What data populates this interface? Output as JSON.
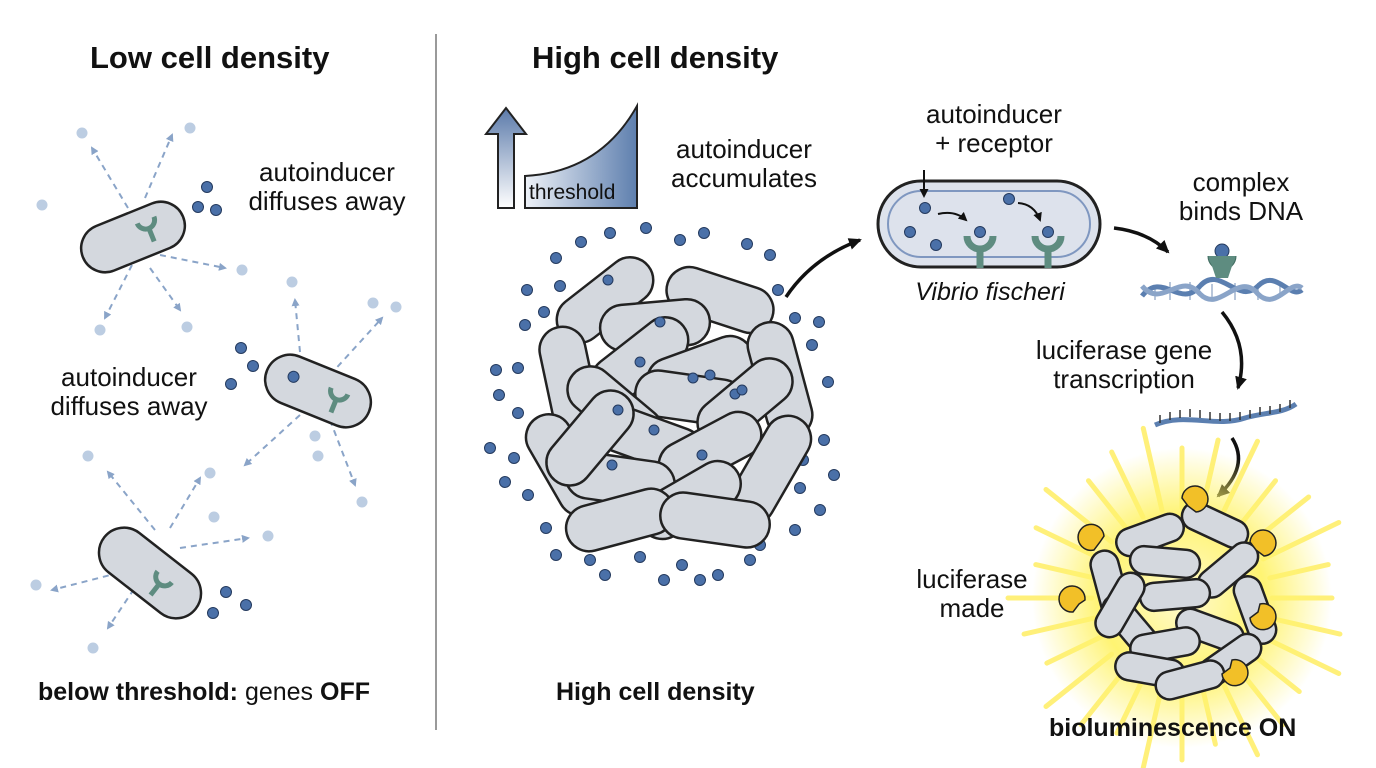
{
  "left_panel": {
    "title": "Low cell density",
    "note_top": [
      "autoinducer",
      "diffuses away"
    ],
    "note_mid": [
      "autoinducer",
      "diffuses away"
    ],
    "caption_bold": "below threshold:",
    "caption_mid": " genes ",
    "caption_end": "OFF"
  },
  "right_panel": {
    "title": "High cell density",
    "threshold_label": "threshold",
    "accumulate_note": [
      "autoinducer",
      "accumulates"
    ],
    "caption": "High cell density"
  },
  "detail": {
    "receptor_note": [
      "autoinducer",
      "+ receptor"
    ],
    "species": "Vibrio fischeri",
    "dna_note": [
      "complex",
      "binds DNA"
    ],
    "transcription_note": [
      "luciferase gene",
      "transcription"
    ],
    "luciferase_note": [
      "luciferase",
      "made"
    ],
    "final_caption": "bioluminescence ON"
  },
  "colors": {
    "cell_fill": "#d4d8de",
    "cell_stroke": "#222222",
    "autoinducer": "#4a70a8",
    "autoinducer_faded": "#bccde2",
    "receptor": "#5e8c80",
    "arrow_dashed": "#8aa4c8",
    "dna": "#5b7fb0",
    "glow": "#fff27a",
    "luciferase": "#f2c028"
  }
}
